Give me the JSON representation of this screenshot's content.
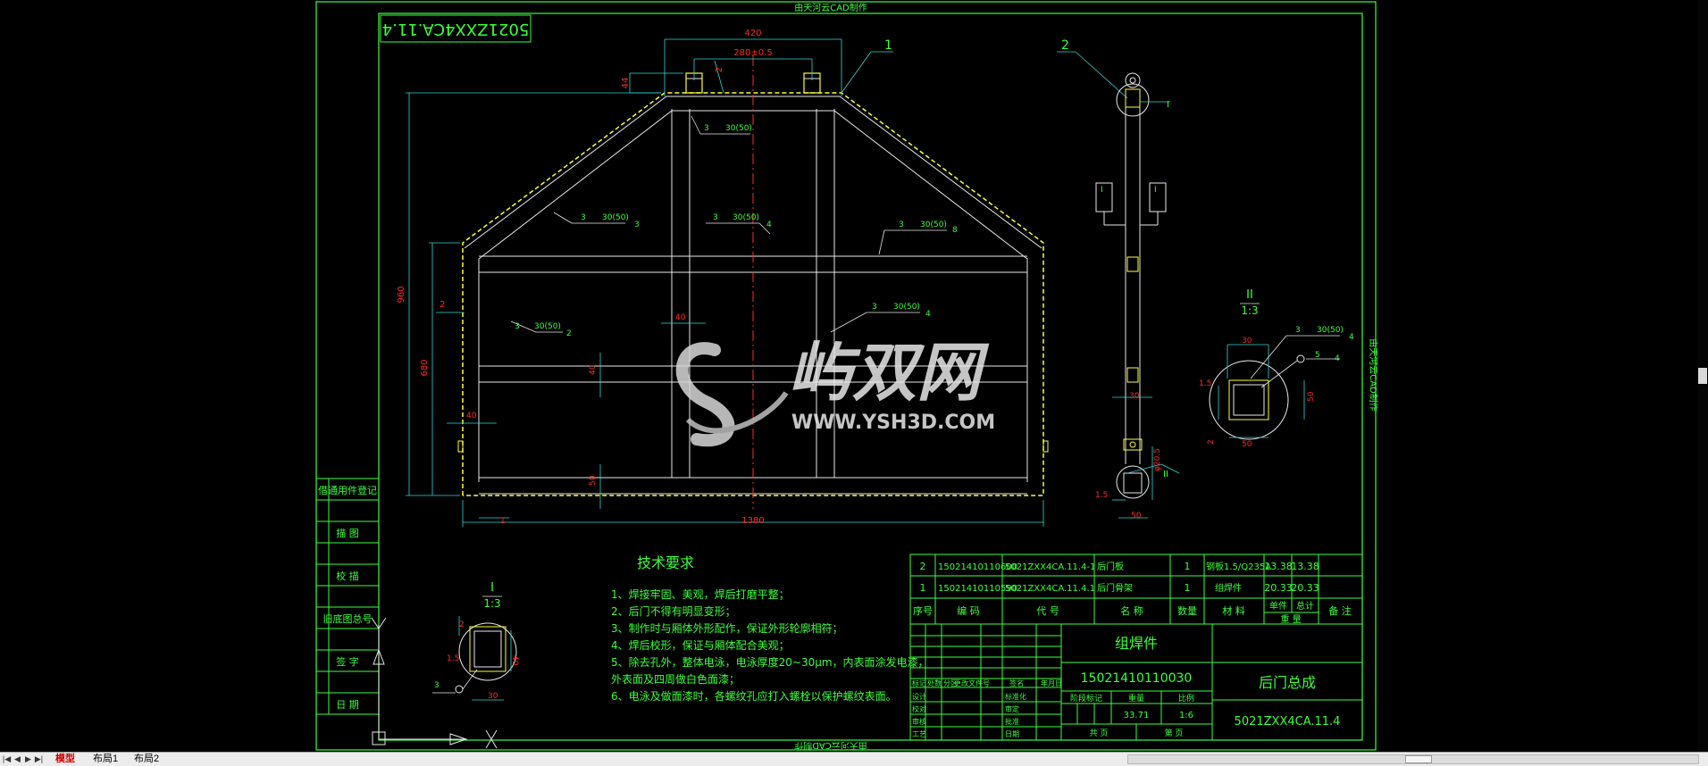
{
  "drawing": {
    "top_caption": "由天河云CAD制作",
    "side_caption": "由天河云CAD制作",
    "bottom_caption": "由天河云CAD制作",
    "drawing_code_box": "5021ZXX4CA.11.4",
    "callouts": [
      "1",
      "2"
    ],
    "section_labels": {
      "I": "I",
      "I_scale": "1:3",
      "II": "II",
      "II_scale": "1:3"
    },
    "dimensions": {
      "top_width": "420",
      "top_inner": "280±0.5",
      "lug": "44",
      "mid_gap": "2",
      "height_total": "960",
      "height_side": "680",
      "edge_gap": "2",
      "web_width": "40",
      "web_width2": "40",
      "left_40": "40",
      "bottom_50": "50",
      "base_width": "1380",
      "base_edge": "1",
      "side_30": "30",
      "side_50": "50",
      "side_15": "1.5",
      "side_r": "φ20.5",
      "sec2_30": "30",
      "sec2_50": "50",
      "sec2_50b": "50",
      "sec2_15": "1.5",
      "sec2_2": "2",
      "sec1_2": "2",
      "sec1_15": "1.5",
      "sec1_40": "40",
      "sec1_30": "30"
    },
    "welds": {
      "w1": "3",
      "w1v": "30(50)",
      "w2": "3",
      "w2v": "30(50)",
      "w2n": "3",
      "w3": "3",
      "w3v": "30(50)",
      "w3n": "4",
      "w4": "3",
      "w4v": "30(50)",
      "w4n": "8",
      "w5": "3",
      "w5v": "30(50)",
      "w5n": "2",
      "w6": "3",
      "w6v": "30(50)",
      "w6n": "4",
      "w7": "3",
      "w7v": "30(50)",
      "w7n": "4",
      "w8": "5",
      "w8n": "4",
      "w9": "3"
    },
    "side_tags": {
      "a": "I",
      "b": "II",
      "c": "I",
      "d": "I"
    },
    "tech_title": "技术要求",
    "tech_reqs": [
      "1、焊接牢固、美观，焊后打磨平整；",
      "2、后门不得有明显变形；",
      "3、制作时与厢体外形配作，保证外形轮廓相符；",
      "4、焊后校形，保证与厢体配合美观；",
      "5、除去孔外，整体电泳，电泳厚度20~30μm，内表面涂发电漆，",
      "    外表面及四周做白色面漆；",
      "6、电泳及做面漆时，各螺纹孔应打入螺栓以保护螺纹表面。"
    ],
    "left_stamps": [
      "借通用件登记",
      "描  图",
      "校  描",
      "旧底图总号",
      "签  字",
      "日  期"
    ],
    "watermark": {
      "cn": "屿双网",
      "url": "WWW.YSH3D.COM"
    }
  },
  "bom": {
    "rows": [
      [
        "2",
        "15021410110600",
        "5021ZXX4CA.11.4-1",
        "后门板",
        "1",
        "钢板1.5/Q235A",
        "13.38",
        "13.38",
        ""
      ],
      [
        "1",
        "15021410110590",
        "5021ZXX4CA.11.4.1",
        "后门骨架",
        "1",
        "组焊件",
        "20.33",
        "20.33",
        ""
      ]
    ],
    "header": [
      "序号",
      "编  码",
      "代  号",
      "名  称",
      "数量",
      "材  料",
      "单件",
      "总计",
      "备  注"
    ],
    "weight_label": "重  量"
  },
  "title_block": {
    "material": "组焊件",
    "code": "15021410110030",
    "name": "后门总成",
    "drawing_no": "5021ZXX4CA.11.4",
    "stage_label": "阶段标记",
    "weight_label": "重量",
    "scale_label": "比例",
    "weight": "33.71",
    "scale": "1:6",
    "sheet_label": "共  页",
    "page_label": "第  页",
    "sign_rows": [
      "标记",
      "设计",
      "校对",
      "审核",
      "工艺"
    ],
    "sign_cols": [
      "处数",
      "分区",
      "更改文件号",
      "签名",
      "年月日"
    ],
    "sign_right": [
      "标准化",
      "审定",
      "批准",
      "日期"
    ]
  },
  "statusbar": {
    "tabs": [
      "模型",
      "布局1",
      "布局2"
    ]
  },
  "colors": {
    "green": "#3cff3c",
    "red": "#ff2a2a",
    "cyan": "#33d6d6",
    "yellow": "#ffff33",
    "white": "#e8e8e8"
  }
}
